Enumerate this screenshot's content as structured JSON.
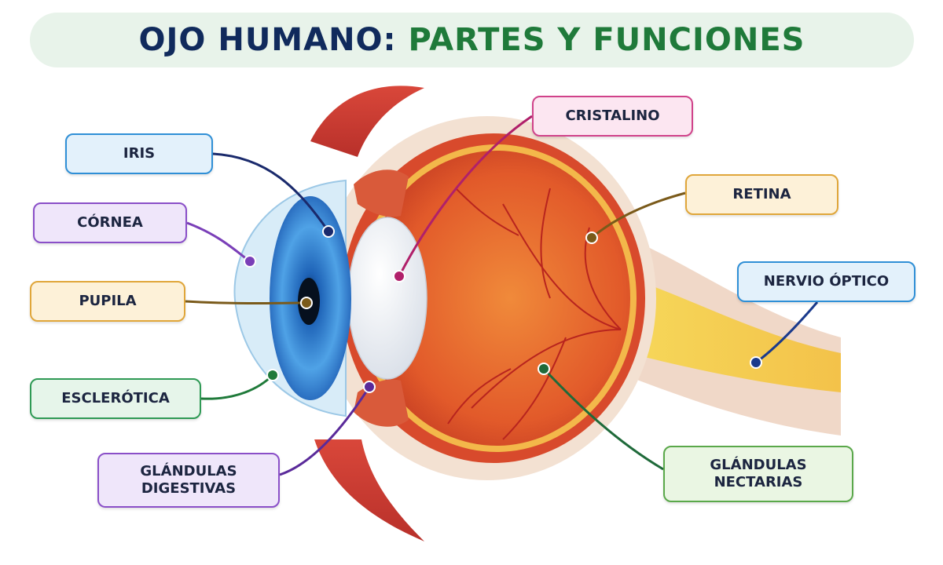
{
  "title": {
    "main": "OJO HUMANO:",
    "accent": "PARTES Y FUNCIONES"
  },
  "labels": [
    {
      "id": "iris",
      "text": "IRIS",
      "color": "#2f8fd6",
      "fill": "#e3f1fb"
    },
    {
      "id": "cornea",
      "text": "CÓRNEA",
      "color": "#8a4fc8",
      "fill": "#efe6fa"
    },
    {
      "id": "pupila",
      "text": "PUPILA",
      "color": "#e0a63a",
      "fill": "#fdf1d8"
    },
    {
      "id": "esclerotica",
      "text": "ESCLERÓTICA",
      "color": "#2f9a55",
      "fill": "#e6f5ea"
    },
    {
      "id": "glandulas-digestivas",
      "text": "GLÁNDULAS\nDIGESTIVAS",
      "color": "#8a4fc8",
      "fill": "#efe6fa"
    },
    {
      "id": "cristalino",
      "text": "CRISTALINO",
      "color": "#d0428a",
      "fill": "#fce6f1"
    },
    {
      "id": "retina",
      "text": "RETINA",
      "color": "#e0a63a",
      "fill": "#fdf1d8"
    },
    {
      "id": "nervio-optico",
      "text": "NERVIO ÓPTICO",
      "color": "#2f8fd6",
      "fill": "#e3f1fb"
    },
    {
      "id": "glandulas-nectarias",
      "text": "GLÁNDULAS\nNECTARIAS",
      "color": "#5aa84a",
      "fill": "#eaf6e3"
    }
  ],
  "leader_colors": {
    "iris": "#1a2a6c",
    "cornea": "#7a3fb8",
    "pupila": "#7a5a1a",
    "esclerotica": "#1f7a3a",
    "glandulas-digestivas": "#5a2a9a",
    "cristalino": "#b0206a",
    "retina": "#7a5a1a",
    "nervio-optico": "#1a3a8c",
    "glandulas-nectarias": "#1f6a3a"
  }
}
